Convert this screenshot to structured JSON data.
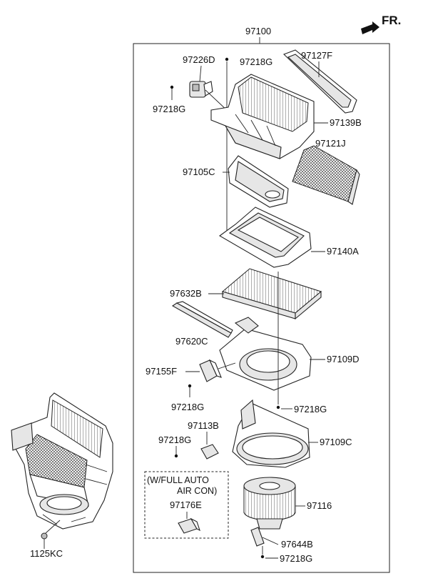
{
  "header": {
    "direction_label": "FR."
  },
  "assembly": {
    "number": "97100"
  },
  "parts": {
    "p97226D": "97226D",
    "p97218G_top": "97218G",
    "p97218G_left": "97218G",
    "p97127F": "97127F",
    "p97139B": "97139B",
    "p97121J": "97121J",
    "p97105C": "97105C",
    "p97140A": "97140A",
    "p97632B": "97632B",
    "p97620C": "97620C",
    "p97109D": "97109D",
    "p97155F": "97155F",
    "p97218G_mid": "97218G",
    "p97218G_right": "97218G",
    "p97113B": "97113B",
    "p97218G_low": "97218G",
    "p97109C": "97109C",
    "p97116": "97116",
    "p97176E": "97176E",
    "p97644B": "97644B",
    "p97218G_bottom": "97218G",
    "p1125KC": "1125KC"
  },
  "option_box": {
    "line1": "(W/FULL AUTO",
    "line2": "AIR CON)"
  }
}
